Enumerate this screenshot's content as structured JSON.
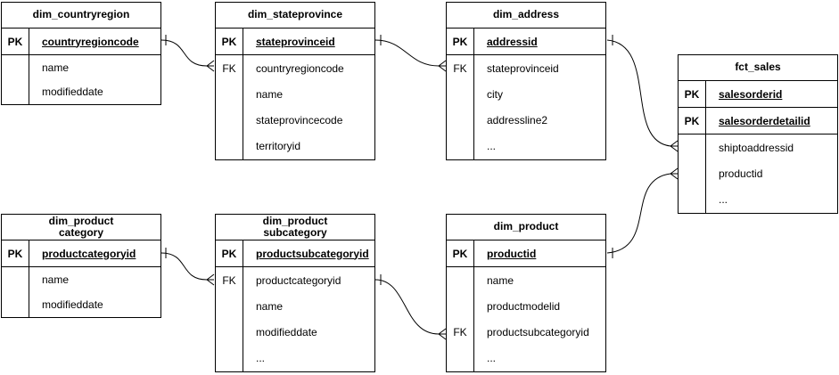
{
  "diagram": {
    "kind": "entity-relationship-diagram",
    "background_color": "#ffffff",
    "line_color": "#000000",
    "text_color": "#000000"
  },
  "tables": [
    {
      "id": "dim_countryregion",
      "title": "dim_countryregion",
      "rows": [
        {
          "key": "PK",
          "name": "countryregioncode"
        },
        {
          "key": "",
          "name": "name"
        },
        {
          "key": "",
          "name": "modifieddate"
        }
      ]
    },
    {
      "id": "dim_stateprovince",
      "title": "dim_stateprovince",
      "rows": [
        {
          "key": "PK",
          "name": "stateprovinceid"
        },
        {
          "key": "FK",
          "name": "countryregioncode"
        },
        {
          "key": "",
          "name": "name"
        },
        {
          "key": "",
          "name": "stateprovincecode"
        },
        {
          "key": "",
          "name": "territoryid"
        }
      ]
    },
    {
      "id": "dim_address",
      "title": "dim_address",
      "rows": [
        {
          "key": "PK",
          "name": "addressid"
        },
        {
          "key": "FK",
          "name": "stateprovinceid"
        },
        {
          "key": "",
          "name": "city"
        },
        {
          "key": "",
          "name": "addressline2"
        },
        {
          "key": "",
          "name": "..."
        }
      ]
    },
    {
      "id": "fct_sales",
      "title": "fct_sales",
      "rows": [
        {
          "key": "PK",
          "name": "salesorderid"
        },
        {
          "key": "PK",
          "name": "salesorderdetailid"
        },
        {
          "key": "",
          "name": "shiptoaddressid"
        },
        {
          "key": "",
          "name": "productid"
        },
        {
          "key": "",
          "name": "..."
        }
      ]
    },
    {
      "id": "dim_productcategory",
      "title": "dim_product\ncategory",
      "rows": [
        {
          "key": "PK",
          "name": "productcategoryid"
        },
        {
          "key": "",
          "name": "name"
        },
        {
          "key": "",
          "name": "modifieddate"
        }
      ]
    },
    {
      "id": "dim_productsubcategory",
      "title": "dim_product\nsubcategory",
      "rows": [
        {
          "key": "PK",
          "name": "productsubcategoryid"
        },
        {
          "key": "FK",
          "name": "productcategoryid"
        },
        {
          "key": "",
          "name": "name"
        },
        {
          "key": "",
          "name": "modifieddate"
        },
        {
          "key": "",
          "name": "..."
        }
      ]
    },
    {
      "id": "dim_product",
      "title": "dim_product",
      "rows": [
        {
          "key": "PK",
          "name": "productid"
        },
        {
          "key": "",
          "name": "name"
        },
        {
          "key": "",
          "name": "productmodelid"
        },
        {
          "key": "FK",
          "name": "productsubcategoryid"
        },
        {
          "key": "",
          "name": "..."
        }
      ]
    }
  ],
  "relationships": [
    {
      "from_table": "dim_countryregion",
      "from_field": "countryregioncode",
      "from_cardinality": "one",
      "to_table": "dim_stateprovince",
      "to_field": "countryregioncode",
      "to_cardinality": "many"
    },
    {
      "from_table": "dim_stateprovince",
      "from_field": "stateprovinceid",
      "from_cardinality": "one",
      "to_table": "dim_address",
      "to_field": "stateprovinceid",
      "to_cardinality": "many"
    },
    {
      "from_table": "dim_address",
      "from_field": "addressid",
      "from_cardinality": "one",
      "to_table": "fct_sales",
      "to_field": "shiptoaddressid",
      "to_cardinality": "many"
    },
    {
      "from_table": "dim_product",
      "from_field": "productid",
      "from_cardinality": "one",
      "to_table": "fct_sales",
      "to_field": "productid",
      "to_cardinality": "many"
    },
    {
      "from_table": "dim_productcategory",
      "from_field": "productcategoryid",
      "from_cardinality": "one",
      "to_table": "dim_productsubcategory",
      "to_field": "productcategoryid",
      "to_cardinality": "many"
    },
    {
      "from_table": "dim_productsubcategory",
      "from_field": "productsubcategoryid",
      "from_cardinality": "one",
      "to_table": "dim_product",
      "to_field": "productsubcategoryid",
      "to_cardinality": "many"
    }
  ]
}
